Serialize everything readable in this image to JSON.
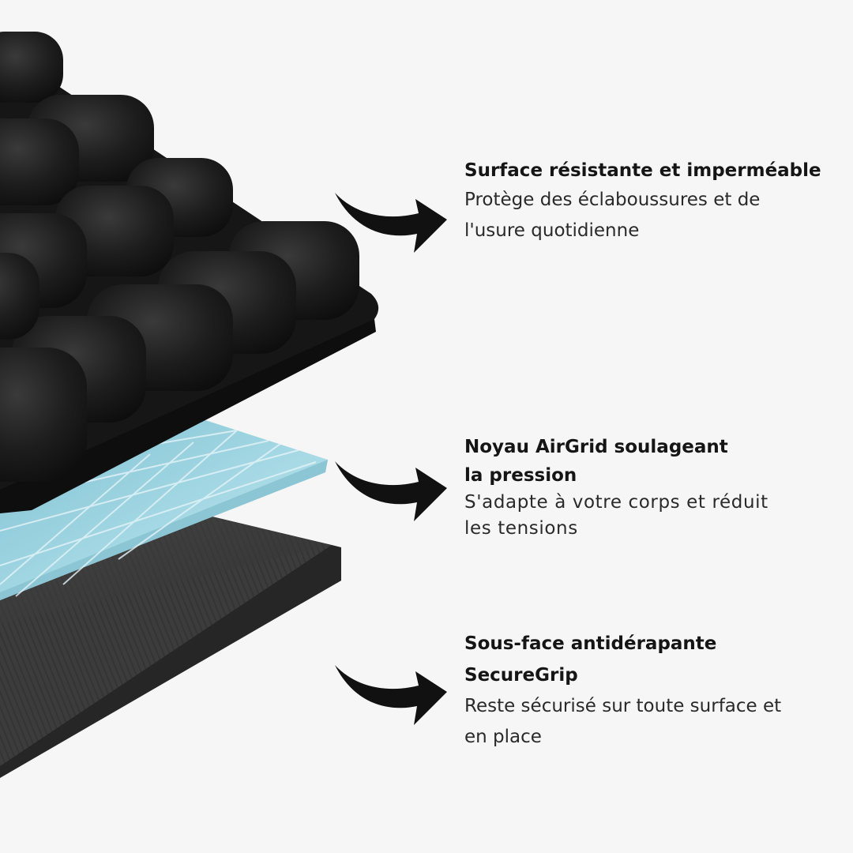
{
  "features": [
    {
      "title": "Surface résistante et imperméable",
      "description": "Protège des éclaboussures et de\nl'usure quotidienne",
      "arrow_icon": "curved-arrow-right-icon"
    },
    {
      "title": "Noyau AirGrid soulageant\nla pression",
      "description": "S'adapte à votre corps et réduit\nles tensions",
      "arrow_icon": "curved-arrow-right-icon"
    },
    {
      "title": "Sous-face antidérapante\nSecureGrip",
      "description": "Reste sécurisé sur toute surface et\nen place",
      "arrow_icon": "curved-arrow-right-icon"
    }
  ],
  "product_image": "exploded-cushion-layers-illustration",
  "colors": {
    "background": "#f6f6f6",
    "cushion_top": "#1c1c1c",
    "gel_layer": "#9fd3e0",
    "base_layer": "#3a3a3a",
    "text": "#1a1a1a"
  }
}
